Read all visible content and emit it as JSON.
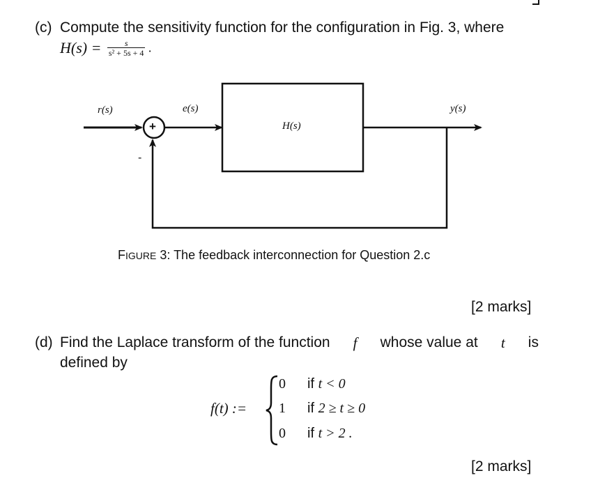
{
  "part_c": {
    "label": "(c)",
    "text": "Compute the sensitivity function for the configuration in Fig. 3, where",
    "h_lhs": "H(s) =",
    "h_num": "s",
    "h_den": "s² + 5s + 4",
    "h_end": "."
  },
  "diagram": {
    "input_label": "r(s)",
    "error_label": "e(s)",
    "output_label": "y(s)",
    "block_label": "H(s)",
    "plus_sign": "+",
    "minus_sign": "-"
  },
  "caption": {
    "fig_first": "F",
    "fig_rest": "IGURE",
    "number": "3:",
    "text": "The feedback interconnection for Question 2.c"
  },
  "marks_c": "[2 marks]",
  "part_d": {
    "label": "(d)",
    "line1": "Find the Laplace transform of the function",
    "var_f": "f",
    "line1b": "whose value at",
    "var_t": "t",
    "line1c": "is",
    "line2": "defined by",
    "lhs": "f(t) :=",
    "cases": [
      {
        "value": "0",
        "cond_if": "if",
        "cond": "t < 0"
      },
      {
        "value": "1",
        "cond_if": "if",
        "cond": "2 ≥ t ≥ 0"
      },
      {
        "value": "0",
        "cond_if": "if",
        "cond": "t > 2 ."
      }
    ]
  },
  "marks_d": "[2 marks]"
}
